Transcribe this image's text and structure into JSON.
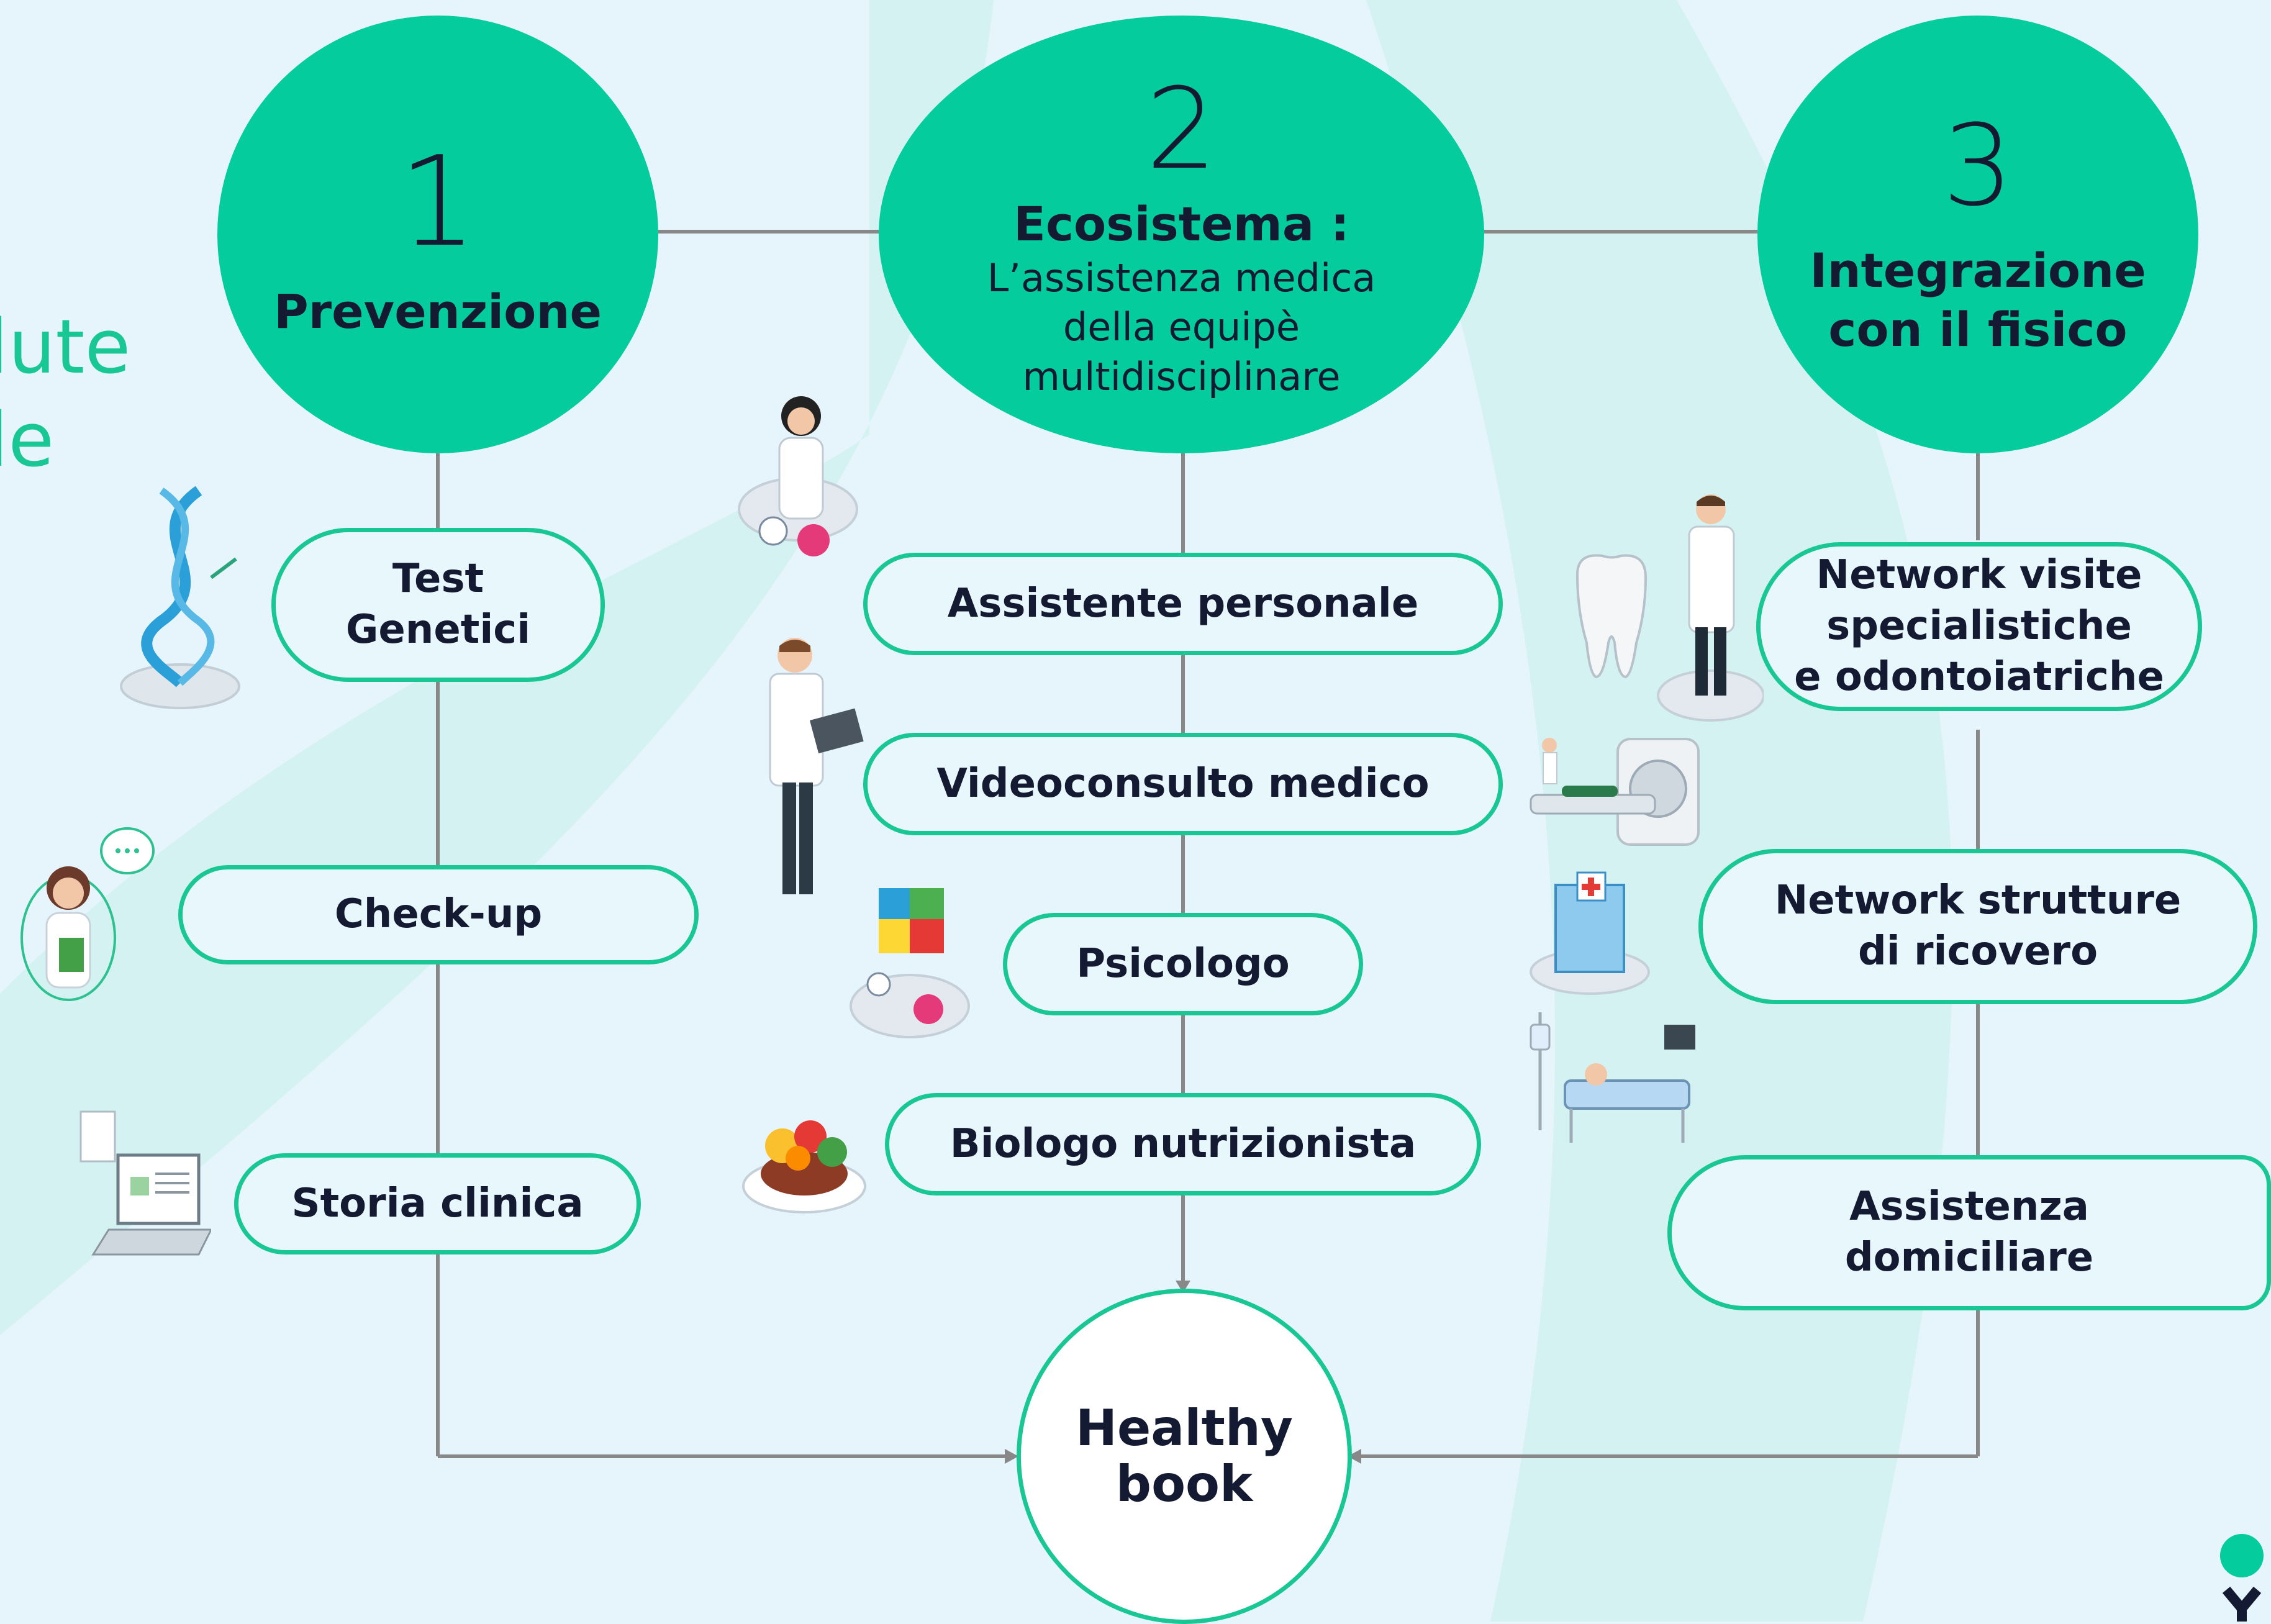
{
  "side_title": {
    "line1": "lute",
    "line2": "le"
  },
  "columns": [
    {
      "number": "1",
      "title": "Prevenzione",
      "subtitle": ""
    },
    {
      "number": "2",
      "title": "Ecosistema :",
      "subtitle_lines": [
        "L’assistenza medica",
        "della equipè",
        "multidisciplinare"
      ]
    },
    {
      "number": "3",
      "title_lines": [
        "Integrazione",
        "con il fisico"
      ]
    }
  ],
  "col1_items": [
    {
      "lines": [
        "Test",
        "Genetici"
      ]
    },
    {
      "lines": [
        "Check-up"
      ]
    },
    {
      "lines": [
        "Storia clinica"
      ]
    }
  ],
  "col2_items": [
    {
      "lines": [
        "Assistente personale"
      ]
    },
    {
      "lines": [
        "Videoconsulto medico"
      ]
    },
    {
      "lines": [
        "Psicologo"
      ]
    },
    {
      "lines": [
        "Biologo nutrizionista"
      ]
    }
  ],
  "col3_items": [
    {
      "lines": [
        "Network visite",
        "specialistiche",
        "e odontoiatriche"
      ]
    },
    {
      "lines": [
        "Network strutture",
        "di ricovero"
      ]
    },
    {
      "lines": [
        "Assistenza",
        "domiciliare"
      ]
    }
  ],
  "final": {
    "lines": [
      "Healthy",
      "book"
    ]
  },
  "colors": {
    "accent": "#04cc9c",
    "border": "#19c795",
    "text": "#151a33",
    "background": "#e6f5fb",
    "connector": "#888888"
  },
  "icons": [
    "dna-icon",
    "doctor-woman-icon",
    "doctor-tablet-icon",
    "puzzle-head-icon",
    "food-plate-icon",
    "tooth-icon",
    "doctor-man-icon",
    "mri-scanner-icon",
    "hospital-building-icon",
    "hospital-bed-icon",
    "check-up-woman-icon",
    "laptop-records-icon",
    "brand-logo"
  ]
}
